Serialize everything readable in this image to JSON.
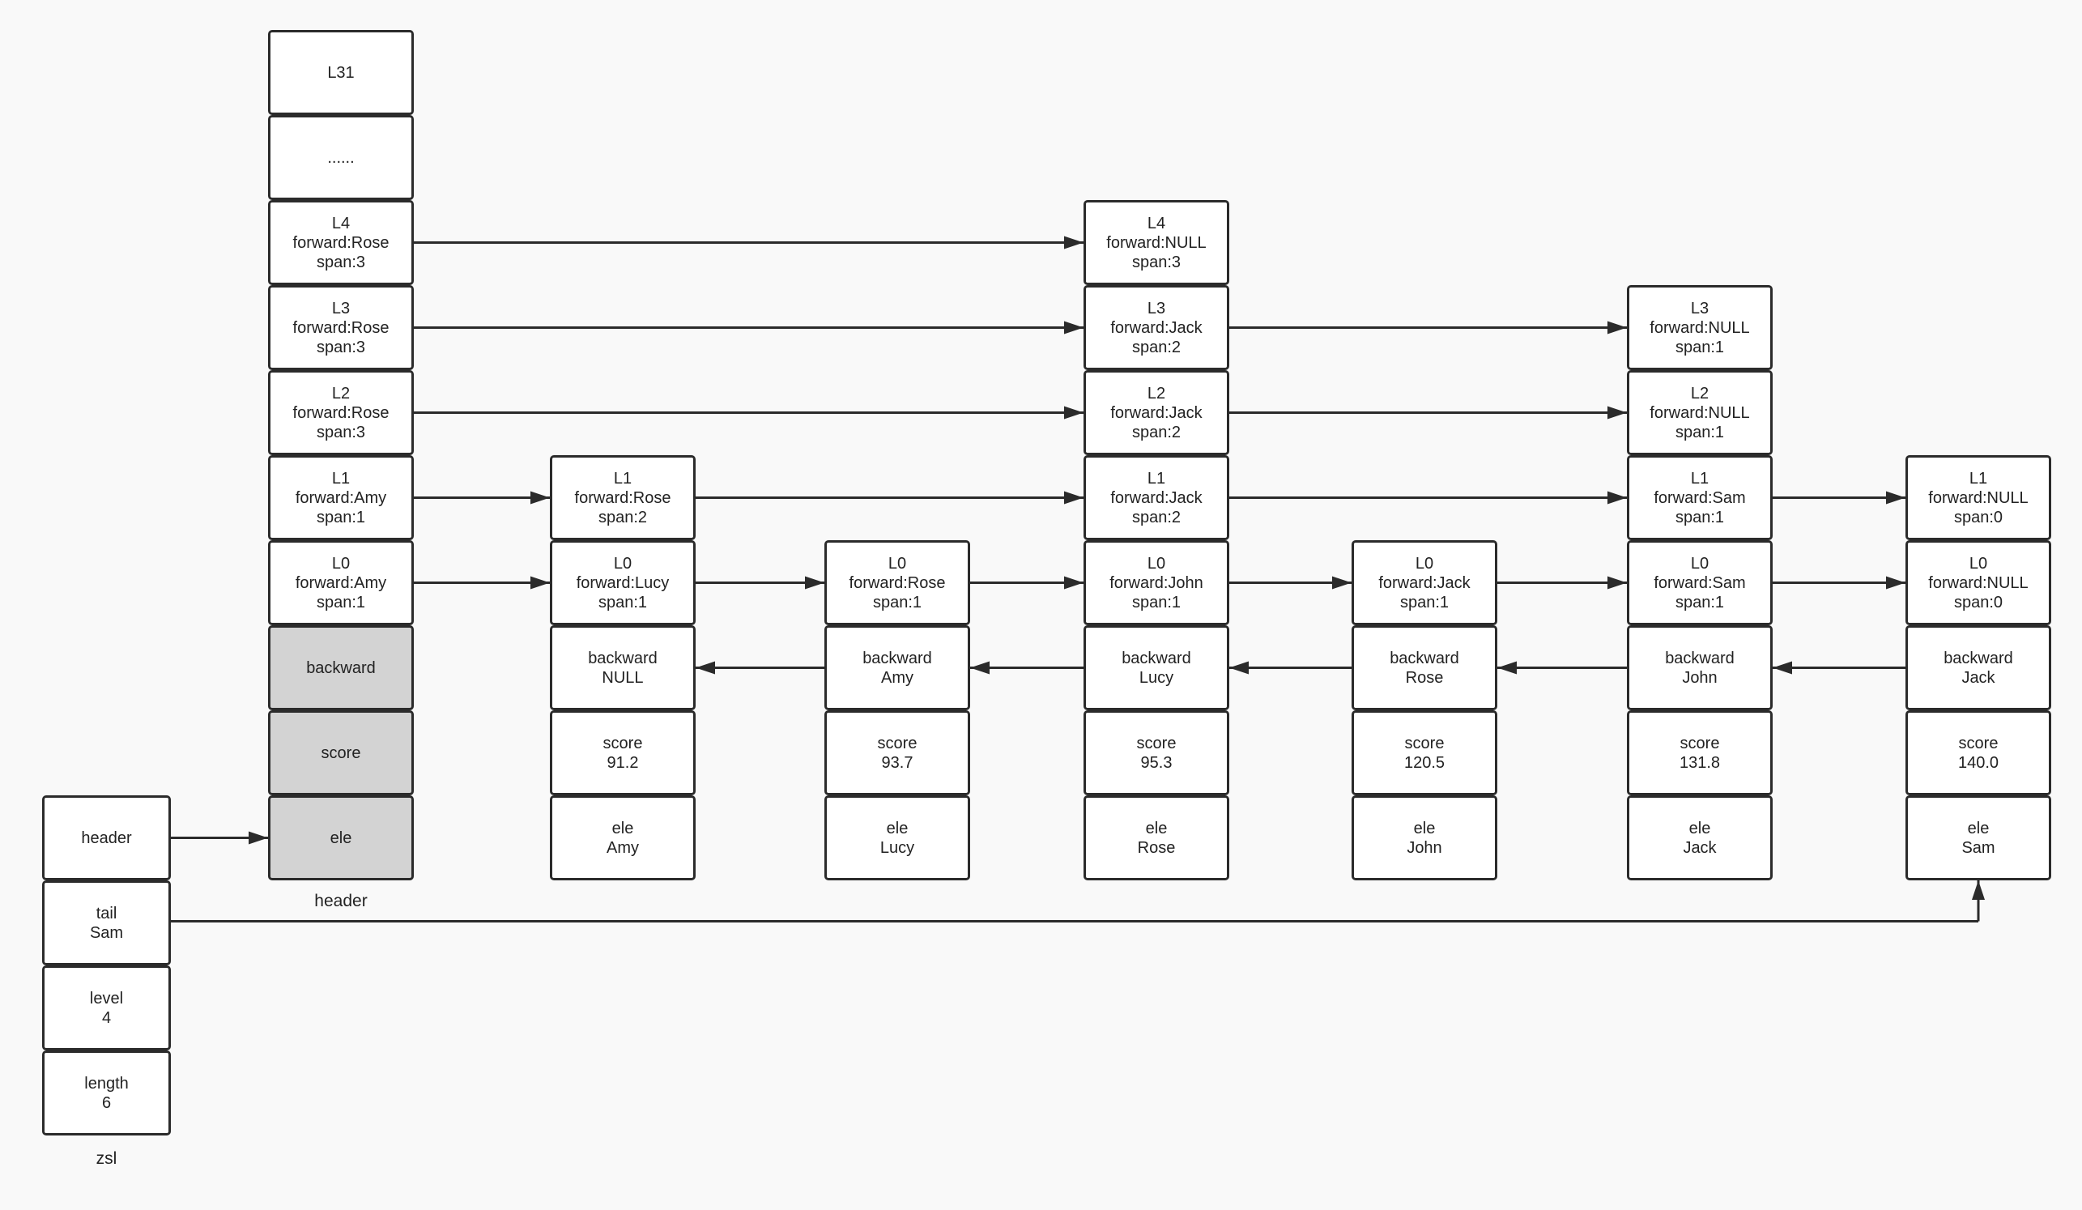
{
  "header_node": {
    "label": "header",
    "levels": [
      [
        "L31"
      ],
      [
        "......"
      ],
      [
        "L4",
        "forward:Rose",
        "span:3"
      ],
      [
        "L3",
        "forward:Rose",
        "span:3"
      ],
      [
        "L2",
        "forward:Rose",
        "span:3"
      ],
      [
        "L1",
        "forward:Amy",
        "span:1"
      ],
      [
        "L0",
        "forward:Amy",
        "span:1"
      ]
    ],
    "fields": [
      [
        "backward"
      ],
      [
        "score"
      ],
      [
        "ele"
      ]
    ]
  },
  "nodes": [
    {
      "name": "Amy",
      "levels": [
        [
          "L1",
          "forward:Rose",
          "span:2"
        ],
        [
          "L0",
          "forward:Lucy",
          "span:1"
        ]
      ],
      "backward": [
        "backward",
        "NULL"
      ],
      "score": [
        "score",
        "91.2"
      ],
      "ele": [
        "ele",
        "Amy"
      ]
    },
    {
      "name": "Lucy",
      "levels": [
        [
          "L0",
          "forward:Rose",
          "span:1"
        ]
      ],
      "backward": [
        "backward",
        "Amy"
      ],
      "score": [
        "score",
        "93.7"
      ],
      "ele": [
        "ele",
        "Lucy"
      ]
    },
    {
      "name": "Rose",
      "levels": [
        [
          "L4",
          "forward:NULL",
          "span:3"
        ],
        [
          "L3",
          "forward:Jack",
          "span:2"
        ],
        [
          "L2",
          "forward:Jack",
          "span:2"
        ],
        [
          "L1",
          "forward:Jack",
          "span:2"
        ],
        [
          "L0",
          "forward:John",
          "span:1"
        ]
      ],
      "backward": [
        "backward",
        "Lucy"
      ],
      "score": [
        "score",
        "95.3"
      ],
      "ele": [
        "ele",
        "Rose"
      ]
    },
    {
      "name": "John",
      "levels": [
        [
          "L0",
          "forward:Jack",
          "span:1"
        ]
      ],
      "backward": [
        "backward",
        "Rose"
      ],
      "score": [
        "score",
        "120.5"
      ],
      "ele": [
        "ele",
        "John"
      ]
    },
    {
      "name": "Jack",
      "levels": [
        [
          "L3",
          "forward:NULL",
          "span:1"
        ],
        [
          "L2",
          "forward:NULL",
          "span:1"
        ],
        [
          "L1",
          "forward:Sam",
          "span:1"
        ],
        [
          "L0",
          "forward:Sam",
          "span:1"
        ]
      ],
      "backward": [
        "backward",
        "John"
      ],
      "score": [
        "score",
        "131.8"
      ],
      "ele": [
        "ele",
        "Jack"
      ]
    },
    {
      "name": "Sam",
      "levels": [
        [
          "L1",
          "forward:NULL",
          "span:0"
        ],
        [
          "L0",
          "forward:NULL",
          "span:0"
        ]
      ],
      "backward": [
        "backward",
        "Jack"
      ],
      "score": [
        "score",
        "140.0"
      ],
      "ele": [
        "ele",
        "Sam"
      ]
    }
  ],
  "zsl": {
    "label": "zsl",
    "fields": [
      [
        "header"
      ],
      [
        "tail",
        "Sam"
      ],
      [
        "level",
        "4"
      ],
      [
        "length",
        "6"
      ]
    ]
  },
  "colors": {
    "background": "#f9f9f9",
    "cell_fill": "#ffffff",
    "header_field_fill": "#d3d3d3",
    "stroke": "#2b2b2b",
    "text": "#222222"
  }
}
